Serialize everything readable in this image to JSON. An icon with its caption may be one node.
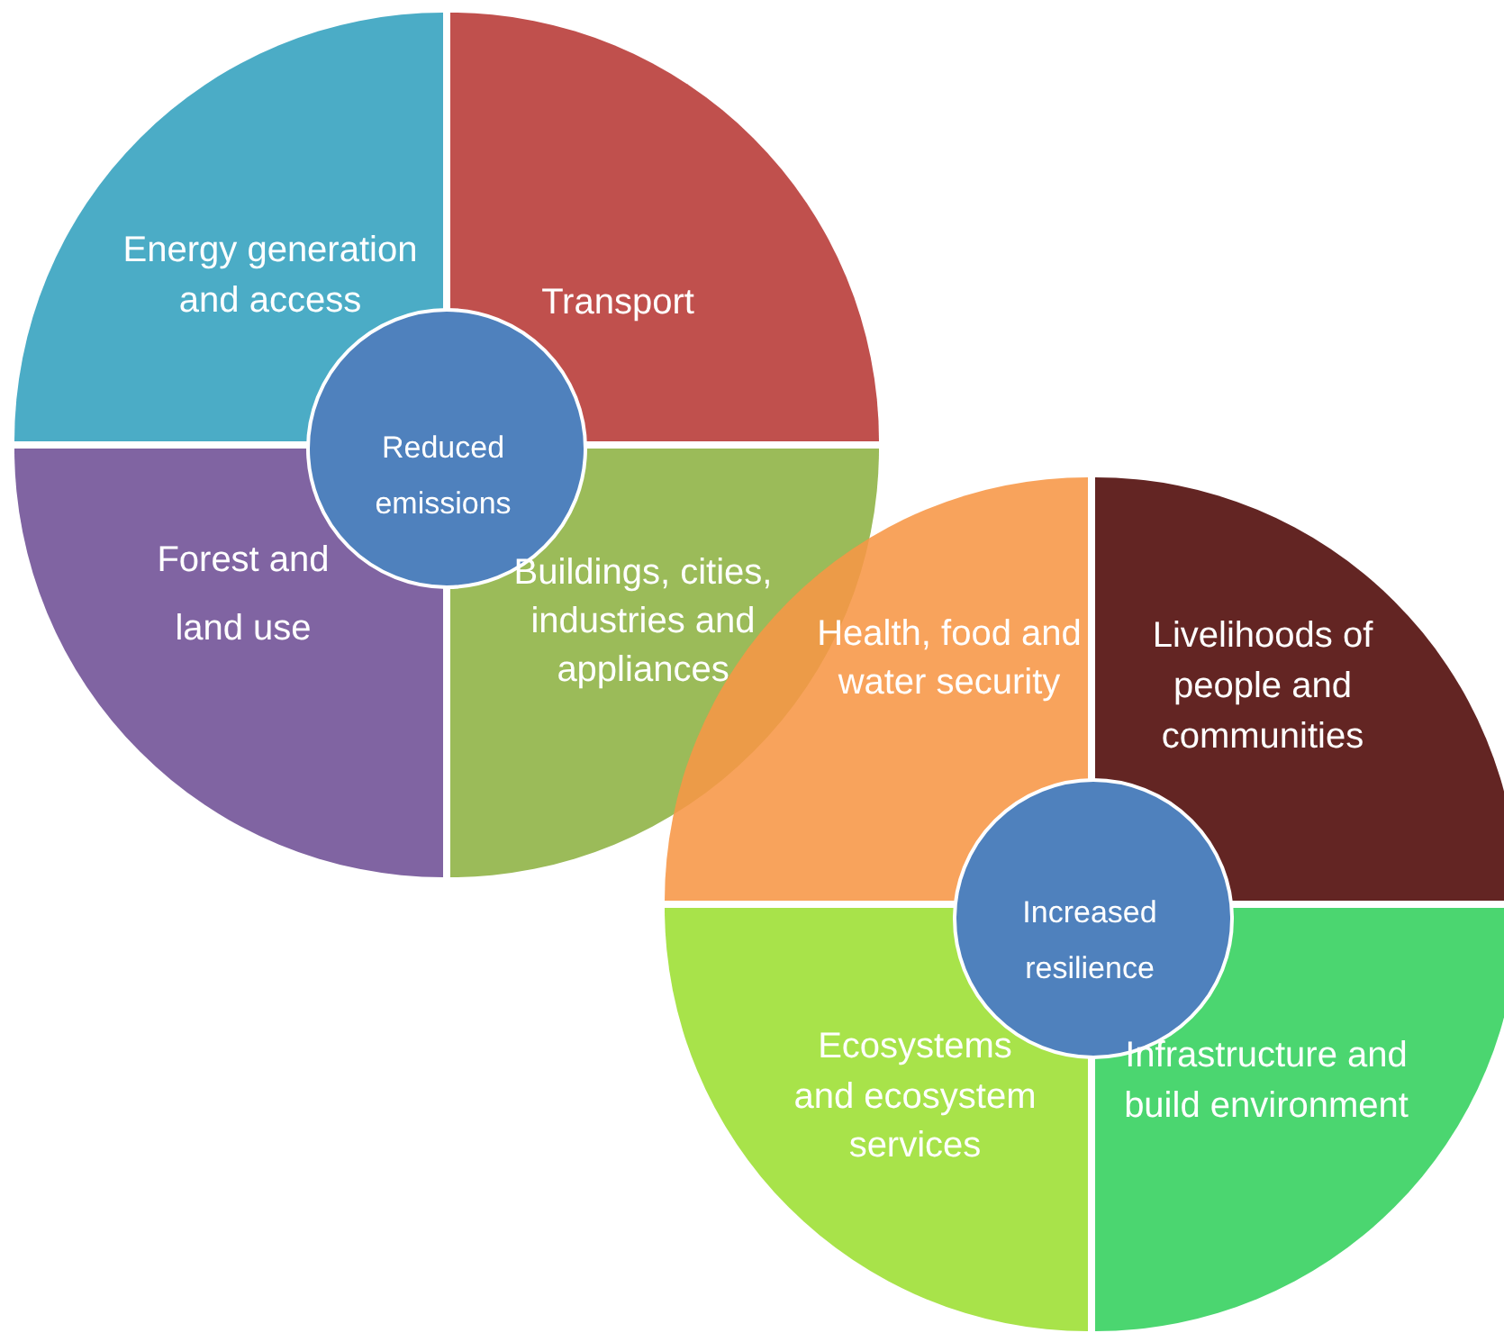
{
  "diagram": {
    "nodes": [
      {
        "text": [
          "Energy generation and access"
        ]
      },
      {
        "text": [
          "Transport"
        ]
      },
      {
        "text": [
          "Reduced emissions"
        ]
      },
      {
        "text": [
          "Forest and land use"
        ]
      },
      {
        "text": [
          "Buildings, cities, industries and appliances"
        ]
      },
      {
        "text": [
          "Health, food and water security"
        ]
      },
      {
        "text": [
          "Livelihoods of people and communities"
        ]
      },
      {
        "text": [
          "Increased resilience"
        ]
      },
      {
        "text": [
          "Ecosystems and ecosystem services"
        ]
      },
      {
        "text": [
          "Infrastructure and build environment"
        ]
      }
    ]
  }
}
